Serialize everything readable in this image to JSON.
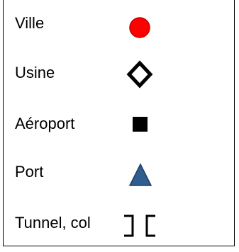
{
  "legend": {
    "items": [
      {
        "label": "Ville",
        "symbol": "red-circle",
        "color": "#ff0000"
      },
      {
        "label": "Usine",
        "symbol": "diamond-outline",
        "color": "#000000"
      },
      {
        "label": "Aéroport",
        "symbol": "black-square",
        "color": "#000000"
      },
      {
        "label": "Port",
        "symbol": "blue-triangle",
        "color": "#2e5d8e"
      },
      {
        "label": "Tunnel, col",
        "symbol": "tunnel-brackets",
        "color": "#000000"
      }
    ]
  }
}
